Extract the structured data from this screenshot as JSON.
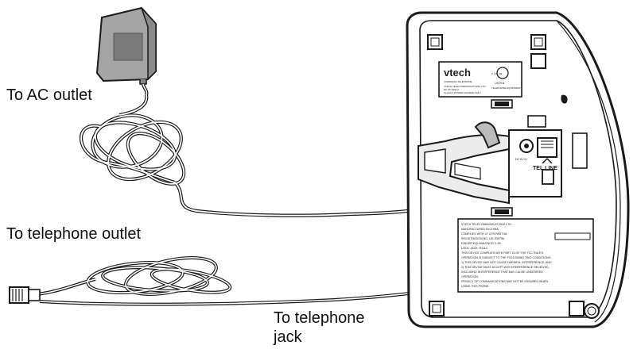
{
  "callouts": {
    "ac_outlet": "To AC outlet",
    "telephone_outlet": "To telephone outlet",
    "telephone_jack_line1": "To telephone",
    "telephone_jack_line2": "jack"
  },
  "base_labels": {
    "brand": "vtech",
    "product": "CORDLESS TELEPHONE",
    "info_line1": "VTECH TELECOMMUNICATIONS LTD.",
    "info_line2": "DC 9V 300mA",
    "info_line3": "CLASS 2 POWER SOURCE ONLY",
    "cert_mark": "c UL us",
    "listed": "LISTED",
    "equipment": "TELEPHONE EQUIPMENT",
    "dc_jack": "DC IN 9V",
    "tel_line": "TEL LINE"
  },
  "compliance_text": [
    "VTECH TELECOMMUNICATIONS LTD.",
    "MANUFACTURED IN CHINA",
    "COMPLIES WITH 47 CFR PART 68",
    "REGISTRATION NO. US: EW7WI",
    "RINGER EQUIVALENCE: 0.1B",
    "USOC JACK: RJ11C",
    "THIS DEVICE COMPLIES WITH PART 15 OF THE FCC RULES.",
    "OPERATION IS SUBJECT TO THE FOLLOWING TWO CONDITIONS:",
    "1) THIS DEVICE MAY NOT CAUSE HARMFUL INTERFERENCE, AND",
    "2) THIS DEVICE MUST ACCEPT ANY INTERFERENCE RECEIVED,",
    "INCLUDING INTERFERENCE THAT MAY CAUSE UNDESIRED",
    "OPERATION.",
    "PRIVACY OF COMMUNICATIONS MAY NOT BE ENSURED WHEN",
    "USING THIS PHONE."
  ],
  "colors": {
    "line": "#1a1a1a",
    "base_fill": "#ffffff",
    "adapter_fill": "#9a9a9a",
    "adapter_face": "#7d7d7d"
  }
}
